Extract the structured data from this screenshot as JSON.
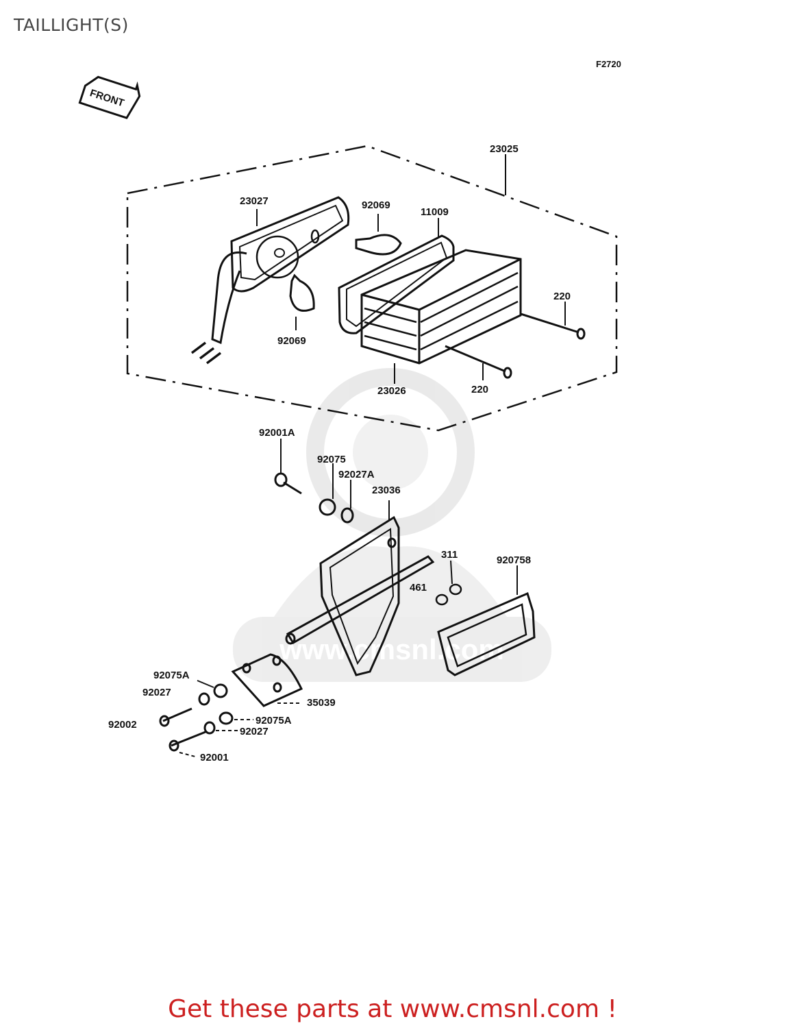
{
  "page": {
    "title": "TAILLIGHT(S)",
    "diagram_code": "F2720",
    "front_label": "FRONT",
    "footer_text": "Get these parts at www.cmsnl.com !",
    "watermark_text": "www.cmsnl.com"
  },
  "colors": {
    "line": "#111111",
    "footer": "#cc1f1f",
    "watermark": "#d8d8d8",
    "title": "#444444"
  },
  "parts": {
    "p23025": "23025",
    "p23027": "23027",
    "p92069_top": "92069",
    "p11009": "11009",
    "p220_right": "220",
    "p92069_bottom": "92069",
    "p23026": "23026",
    "p220_bottom": "220",
    "p92001A": "92001A",
    "p92075": "92075",
    "p92027A": "92027A",
    "p23036": "23036",
    "p311": "311",
    "p920758": "920758",
    "p461": "461",
    "p92075A_a": "92075A",
    "p92027_a": "92027",
    "p35039": "35039",
    "p92002": "92002",
    "p92075A_b": "92075A",
    "p92027_b": "92027",
    "p92001": "92001"
  }
}
